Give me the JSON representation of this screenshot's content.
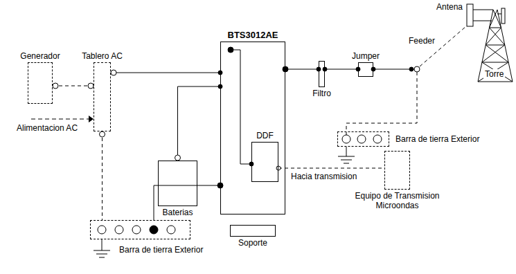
{
  "diagram": {
    "nodes": [
      {
        "text": [
          "Generador"
        ]
      },
      {
        "text": [
          "Tablero AC"
        ]
      },
      {
        "text": [
          "BTS3012AE"
        ]
      },
      {
        "text": [
          "DDF"
        ],
        "in": 2
      },
      {
        "text": [
          "Baterias"
        ]
      },
      {
        "text": [
          "Soporte"
        ]
      },
      {
        "text": [
          "Filtro"
        ]
      },
      {
        "text": [
          "Jumper"
        ]
      },
      {
        "text": [
          "Barra de tierra Exterior"
        ]
      },
      {
        "text": [
          "Equipo de Transmision Microondas"
        ]
      },
      {
        "text": [
          "Barra de tierra Exterior"
        ]
      }
    ],
    "edges": [
      {
        "from": 0,
        "to": 1,
        "arrow": "none"
      },
      {
        "from": 1,
        "to": 2,
        "arrow": "none"
      },
      {
        "from": 4,
        "to": 2,
        "arrow": "none"
      },
      {
        "from": 1,
        "to": 10,
        "arrow": "none"
      },
      {
        "from": 2,
        "to": 10,
        "arrow": "none"
      },
      {
        "from": 2,
        "to": 6,
        "arrow": "none"
      },
      {
        "from": 6,
        "to": 7,
        "arrow": "none"
      },
      {
        "from": 3,
        "to": 9,
        "label": "Hacia transmision",
        "arrow": "none"
      }
    ],
    "labels": [
      "Antena",
      "Feeder",
      "Torre",
      "Alimentacion AC"
    ]
  }
}
